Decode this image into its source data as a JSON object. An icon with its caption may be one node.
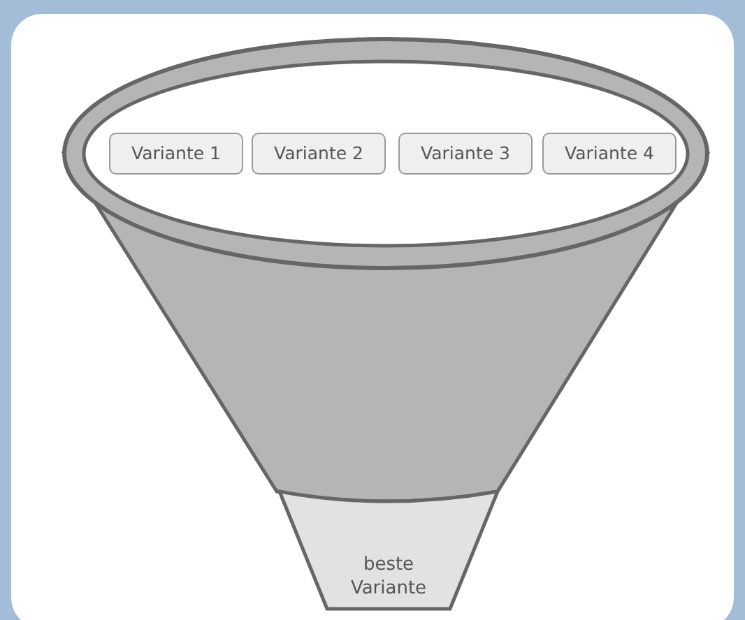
{
  "diagram": {
    "nodes": [
      {
        "text": [],
        "shape": "ellipse"
      },
      {
        "text": [
          "Variante 1"
        ],
        "in": 0
      },
      {
        "text": [
          "Variante 2"
        ],
        "in": 0
      },
      {
        "text": [
          "Variante 3"
        ],
        "in": 0
      },
      {
        "text": [
          "Variante 4"
        ],
        "in": 0
      },
      {
        "text": [
          "beste Variante"
        ]
      }
    ]
  }
}
